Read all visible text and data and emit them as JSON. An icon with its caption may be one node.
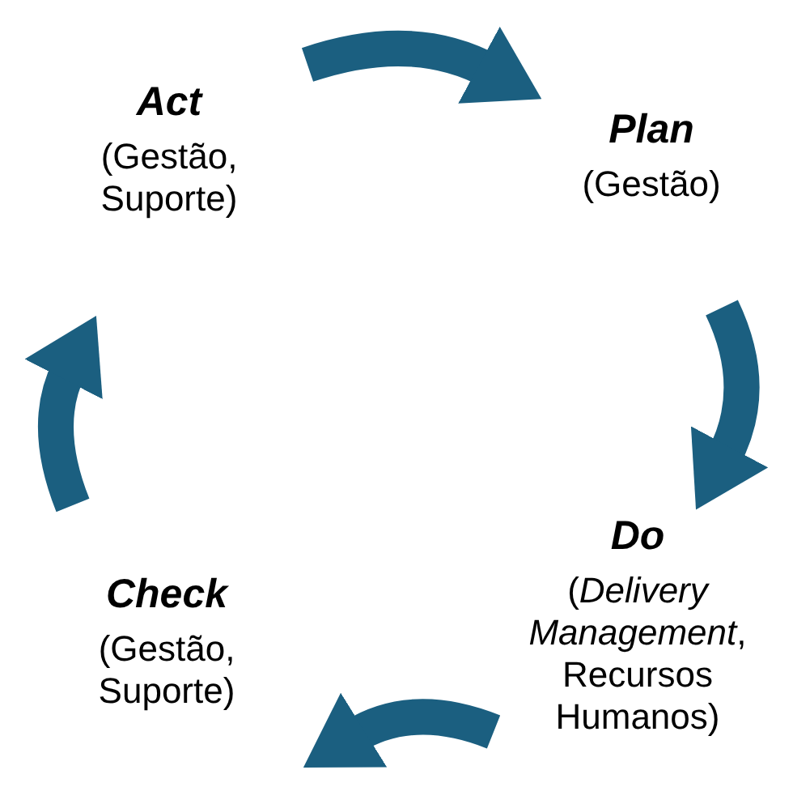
{
  "diagram": {
    "nodes": [
      {
        "text": [
          "Act",
          "(Gestão, Suporte)"
        ]
      },
      {
        "text": [
          "Plan",
          "(Gestão)"
        ]
      },
      {
        "text": [
          "Do",
          "(*Delivery Management*, Recursos Humanos)"
        ]
      },
      {
        "text": [
          "Check",
          "(Gestão, Suporte)"
        ]
      }
    ],
    "edges": [
      {
        "from": 0,
        "to": 1,
        "arrow": "to"
      },
      {
        "from": 1,
        "to": 2,
        "arrow": "to"
      },
      {
        "from": 2,
        "to": 3,
        "arrow": "to"
      },
      {
        "from": 3,
        "to": 0,
        "arrow": "to"
      }
    ]
  }
}
